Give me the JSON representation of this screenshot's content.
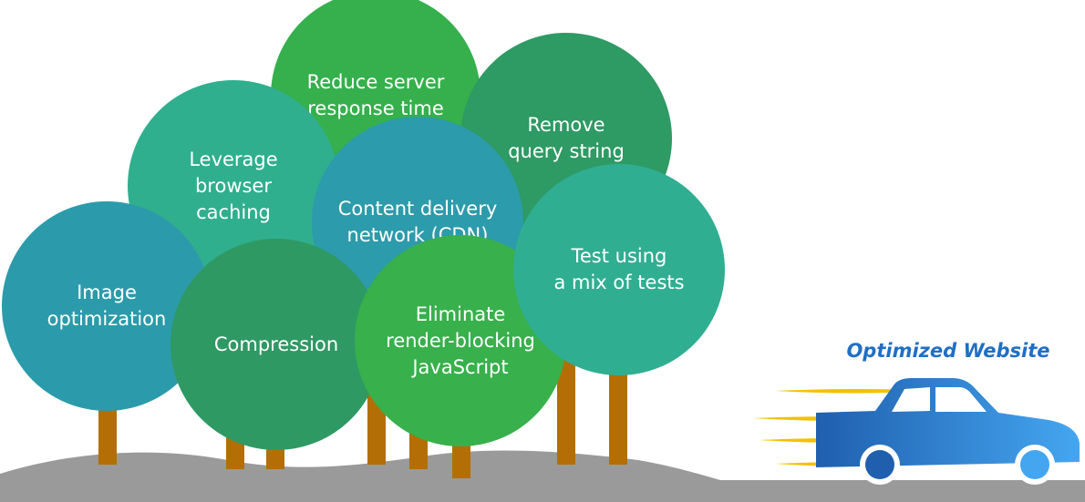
{
  "colors": {
    "trunk": "#b36f05",
    "ground": "#9a9a9a",
    "car_light": "#45a6f0",
    "car_dark": "#1f5fae",
    "speed_lines": "#f2c200",
    "title": "#1f6fc4"
  },
  "circles": [
    {
      "id": "reduce-server",
      "text": "Reduce server\nresponse time",
      "color": "#35b04c"
    },
    {
      "id": "remove-query",
      "text": "Remove\nquery string",
      "color": "#2e9a64"
    },
    {
      "id": "leverage-caching",
      "text": "Leverage\nbrowser\ncaching",
      "color": "#2faf8e"
    },
    {
      "id": "cdn",
      "text": "Content delivery\nnetwork (CDN)",
      "color": "#2c9bab"
    },
    {
      "id": "image-optimization",
      "text": "Image\noptimization",
      "color": "#2b9bab"
    },
    {
      "id": "compression",
      "text": "Compression",
      "color": "#2f9964"
    },
    {
      "id": "eliminate-render",
      "text": "Eliminate\nrender-blocking\nJavaScript",
      "color": "#38b04c"
    },
    {
      "id": "test-mix",
      "text": "Test using\na mix of tests",
      "color": "#30ae92"
    }
  ],
  "car": {
    "title": "Optimized Website",
    "icon": "car-icon"
  }
}
